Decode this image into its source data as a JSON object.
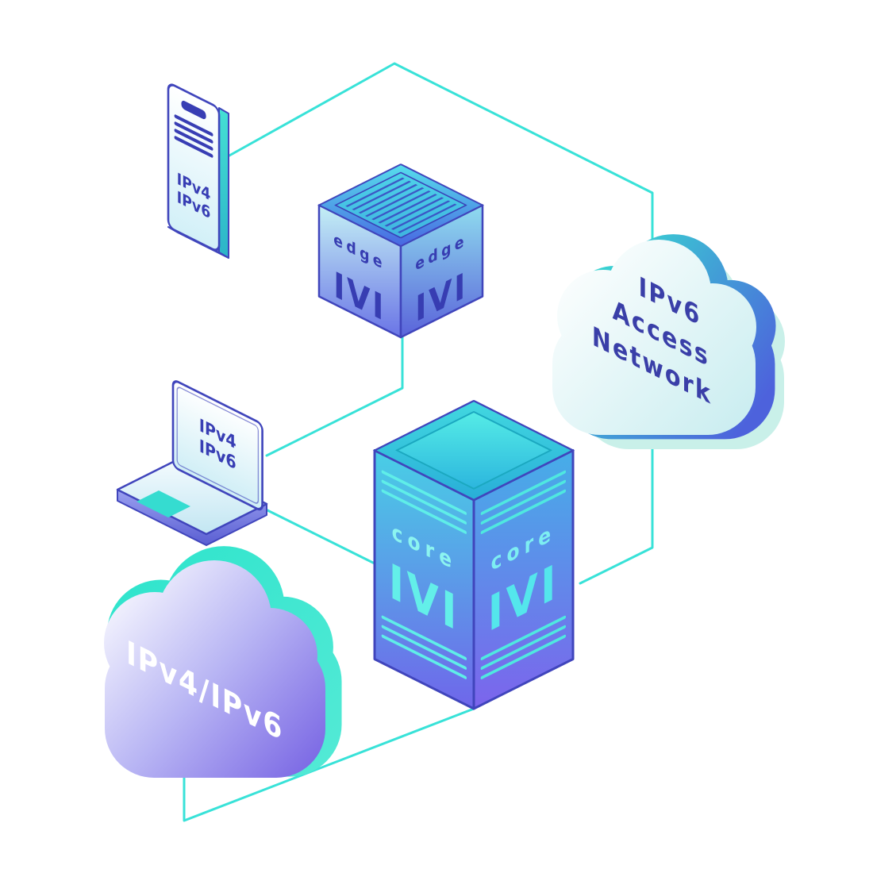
{
  "diagram": {
    "title": "IVI IPv4/IPv6 transition network illustration",
    "colors": {
      "connector": "#38e2d8",
      "indigo_text": "#383eb4",
      "cyan_text": "#63efe9",
      "white_text": "#ffffff",
      "outline": "#4045bc"
    },
    "nodes": {
      "phone": {
        "line1": "IPv4",
        "line2": "IPv6"
      },
      "edge_router": {
        "left_label": "edge",
        "left_ivi": "IVI",
        "right_label": "edge",
        "right_ivi": "IVI"
      },
      "access_cloud": {
        "line1": "IPv6",
        "line2": "Access",
        "line3": "Network"
      },
      "laptop": {
        "line1": "IPv4",
        "line2": "IPv6"
      },
      "core_router": {
        "left_label": "core",
        "left_ivi": "IVI",
        "right_label": "core",
        "right_ivi": "IVI"
      },
      "dual_cloud": {
        "label": "IPv4/IPv6"
      }
    },
    "connections": [
      "smartphone - edge router - IPv6 access network",
      "edge router - laptop",
      "laptop - core router",
      "IPv6 access network - core router",
      "core router - IPv4/IPv6 cloud"
    ]
  }
}
